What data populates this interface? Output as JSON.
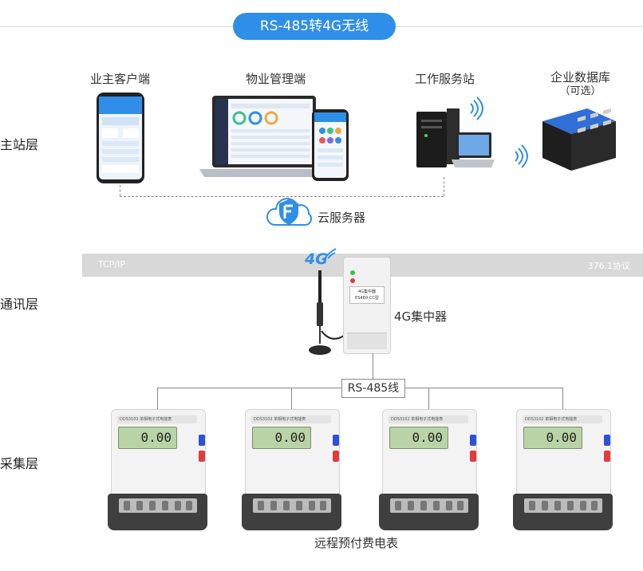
{
  "header": {
    "title": "RS-485转4G无线"
  },
  "layers": {
    "master": "主站层",
    "comm": "通讯层",
    "collect": "采集层"
  },
  "nodes": {
    "owner_client": "业主客户端",
    "property_mgmt": "物业管理端",
    "work_station": "工作服务站",
    "enterprise_db_line1": "企业数据库",
    "enterprise_db_line2": "（可选）",
    "cloud_server": "云服务器",
    "concentrator": "4G集中器",
    "rs485": "RS-485线",
    "meters": "远程预付费电表"
  },
  "band": {
    "left": "TCP/IP",
    "right": "376.1协议"
  },
  "device_text": {
    "badge_4g": "4G",
    "concentrator_panel_line1": "4G集中器",
    "concentrator_panel_line2": "ES460-CC型",
    "meter_reading": "0.00",
    "meter_model": "DDS3102 单相电子式电能表"
  },
  "colors": {
    "accent": "#2f8fe8",
    "band": "#d8d8d8",
    "meter_lcd": "#b9d3a6"
  }
}
